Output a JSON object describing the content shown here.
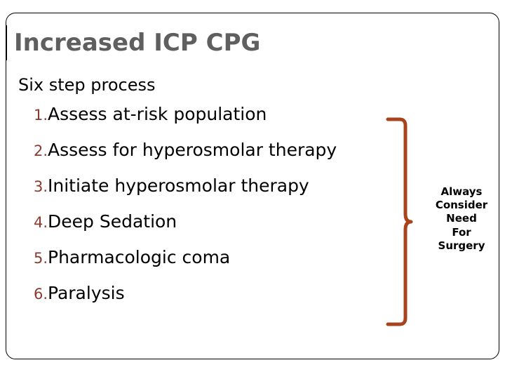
{
  "slide": {
    "title": "Increased ICP CPG",
    "title_color": "#5f5f5f",
    "background_color": "#ffffff",
    "frame_border_color": "#000000"
  },
  "body": {
    "intro": "Six step process",
    "number_color": "#8b3a2e",
    "text_color": "#000000",
    "steps": [
      {
        "number": "1.",
        "text": "Assess at-risk population"
      },
      {
        "number": "2.",
        "text": "Assess for hyperosmolar therapy"
      },
      {
        "number": "3.",
        "text": "Initiate hyperosmolar therapy"
      },
      {
        "number": "4.",
        "text": "Deep Sedation"
      },
      {
        "number": "5.",
        "text": "Pharmacologic coma"
      },
      {
        "number": "6.",
        "text": "Paralysis"
      }
    ]
  },
  "annotation": {
    "brace_color": "#a8441c",
    "lines": [
      "Always",
      "Consider",
      "Need",
      "For",
      "Surgery"
    ]
  }
}
